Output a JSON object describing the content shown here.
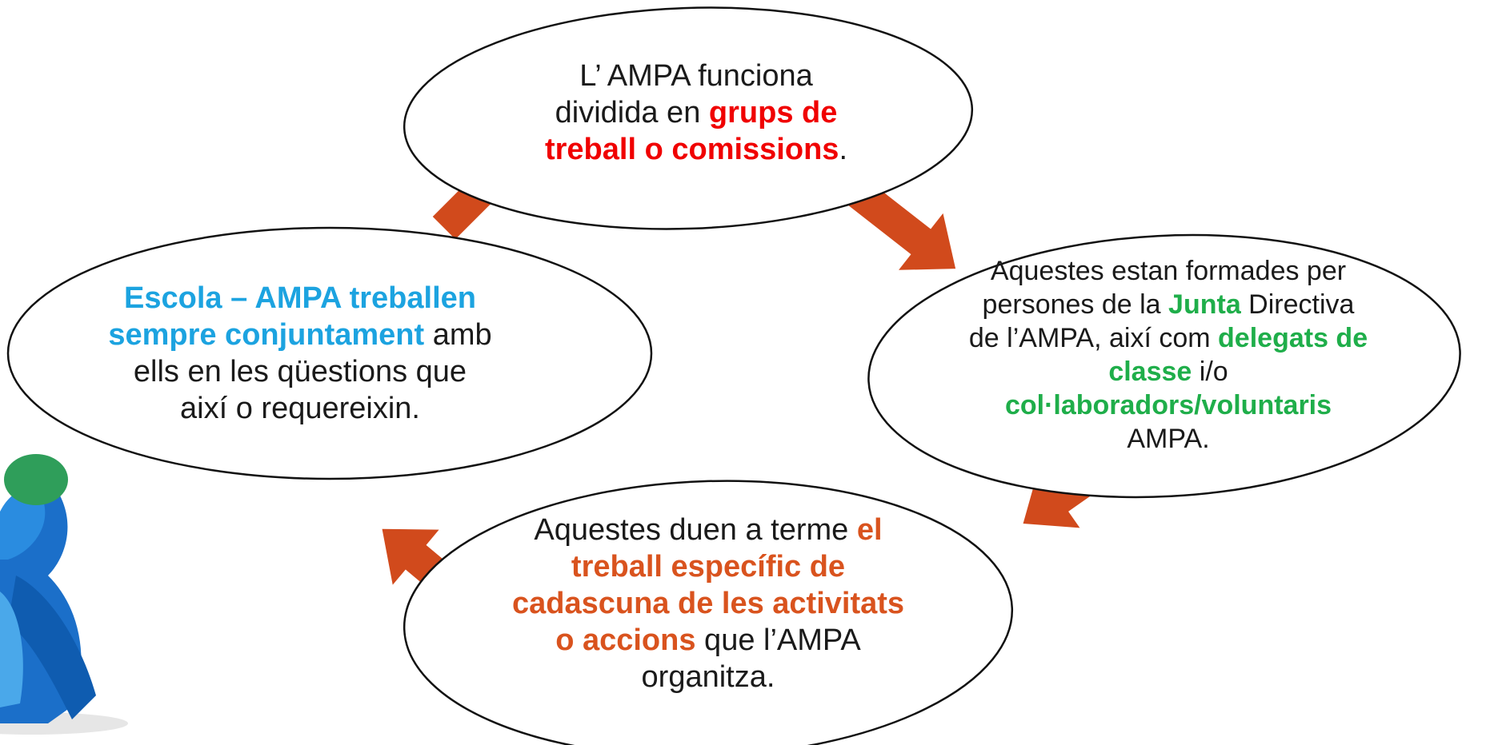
{
  "colors": {
    "arrow": "#d14a1c",
    "red": "#f00000",
    "blue": "#1ca3e0",
    "green": "#1fae4a",
    "orange": "#d9531e",
    "outline": "#111111",
    "text": "#1a1a1a"
  },
  "nodes": {
    "top": {
      "line1": "L’ AMPA funciona",
      "line2_pre": "dividida en ",
      "line2_bold": "grups de",
      "line3_bold": "treball o comissions",
      "line3_post": "."
    },
    "left": {
      "line1_bold": "Escola – AMPA treballen",
      "line2_bold": "sempre conjuntament",
      "line2_post": " amb",
      "line3": "ells en les qüestions que",
      "line4": "així o requereixin."
    },
    "right": {
      "line1": "Aquestes estan formades per",
      "line2_pre": "persones de la ",
      "line2_bold": "Junta",
      "line2_post": " Directiva",
      "line3_pre": "de l’AMPA, així com ",
      "line3_bold": "delegats de",
      "line4_bold": "classe",
      "line4_post": " i/o",
      "line5_bold": "col·laboradors/voluntaris",
      "line6": "AMPA."
    },
    "bottom": {
      "line1_pre": "Aquestes duen a terme ",
      "line1_bold": "el",
      "line2_bold": "treball específic de",
      "line3_bold": "cadascuna de les activitats",
      "line4_bold": "o accions",
      "line4_post": " que l’AMPA",
      "line5": "organitza."
    }
  },
  "illustration": {
    "icon": "figures-icon"
  }
}
